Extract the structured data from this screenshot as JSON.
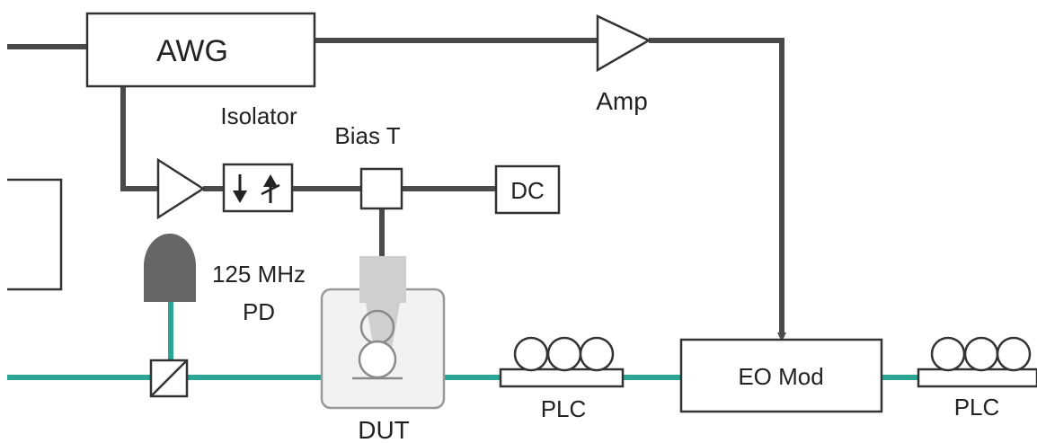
{
  "labels": {
    "awg": "AWG",
    "amp": "Amp",
    "isolator": "Isolator",
    "bias_t": "Bias T",
    "dc": "DC",
    "pd_line1": "125 MHz",
    "pd_line2": "PD",
    "dut": "DUT",
    "plc_left": "PLC",
    "eo_mod": "EO Mod",
    "plc_right": "PLC"
  },
  "colors": {
    "electrical_line": "#4a4a4a",
    "optical_fiber": "#2aa596",
    "photodiode": "#666666",
    "box_stroke": "#333333",
    "dut_enclosure": "#f2f2f2"
  }
}
